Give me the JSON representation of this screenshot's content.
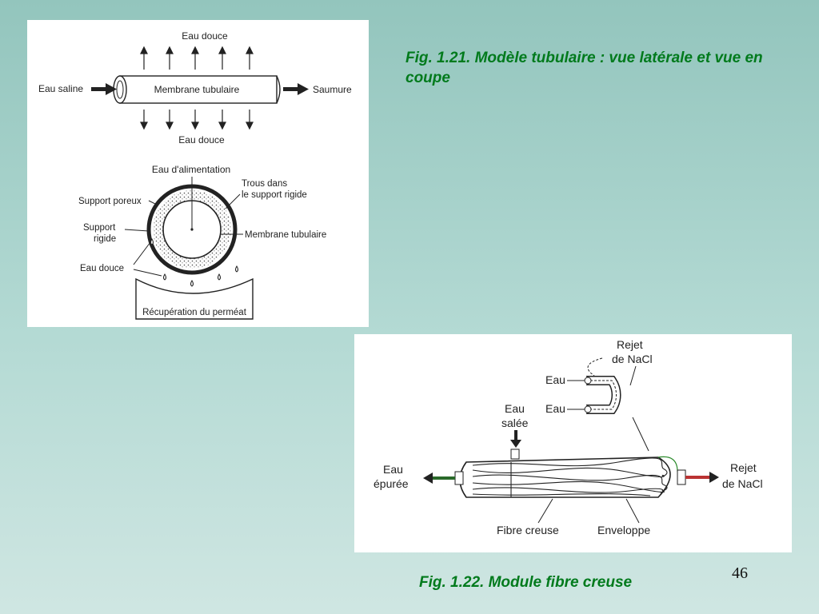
{
  "fig121": {
    "caption": "Fig. 1.21. Modèle tubulaire : vue latérale et vue en coupe",
    "side_view": {
      "top_label": "Eau douce",
      "bottom_label": "Eau douce",
      "inlet_label": "Eau saline",
      "tube_label": "Membrane tubulaire",
      "outlet_label": "Saumure"
    },
    "section_view": {
      "feed_label": "Eau d'alimentation",
      "holes_label_line1": "Trous dans",
      "holes_label_line2": "le support rigide",
      "porous_label": "Support poreux",
      "rigid_label_line1": "Support",
      "rigid_label_line2": "rigide",
      "membrane_label": "Membrane tubulaire",
      "fresh_label": "Eau douce",
      "permeate_label": "Récupération du perméat"
    }
  },
  "fig122": {
    "caption": "Fig. 1.22. Module fibre creuse",
    "reject_top_line1": "Rejet",
    "reject_top_line2": "de NaCl",
    "water_upper": "Eau",
    "water_lower": "Eau",
    "salt_line1": "Eau",
    "salt_line2": "salée",
    "purified_line1": "Eau",
    "purified_line2": "épurée",
    "reject_right_line1": "Rejet",
    "reject_right_line2": "de NaCl",
    "fiber_label": "Fibre creuse",
    "envelope_label": "Enveloppe"
  },
  "page_number": "46"
}
